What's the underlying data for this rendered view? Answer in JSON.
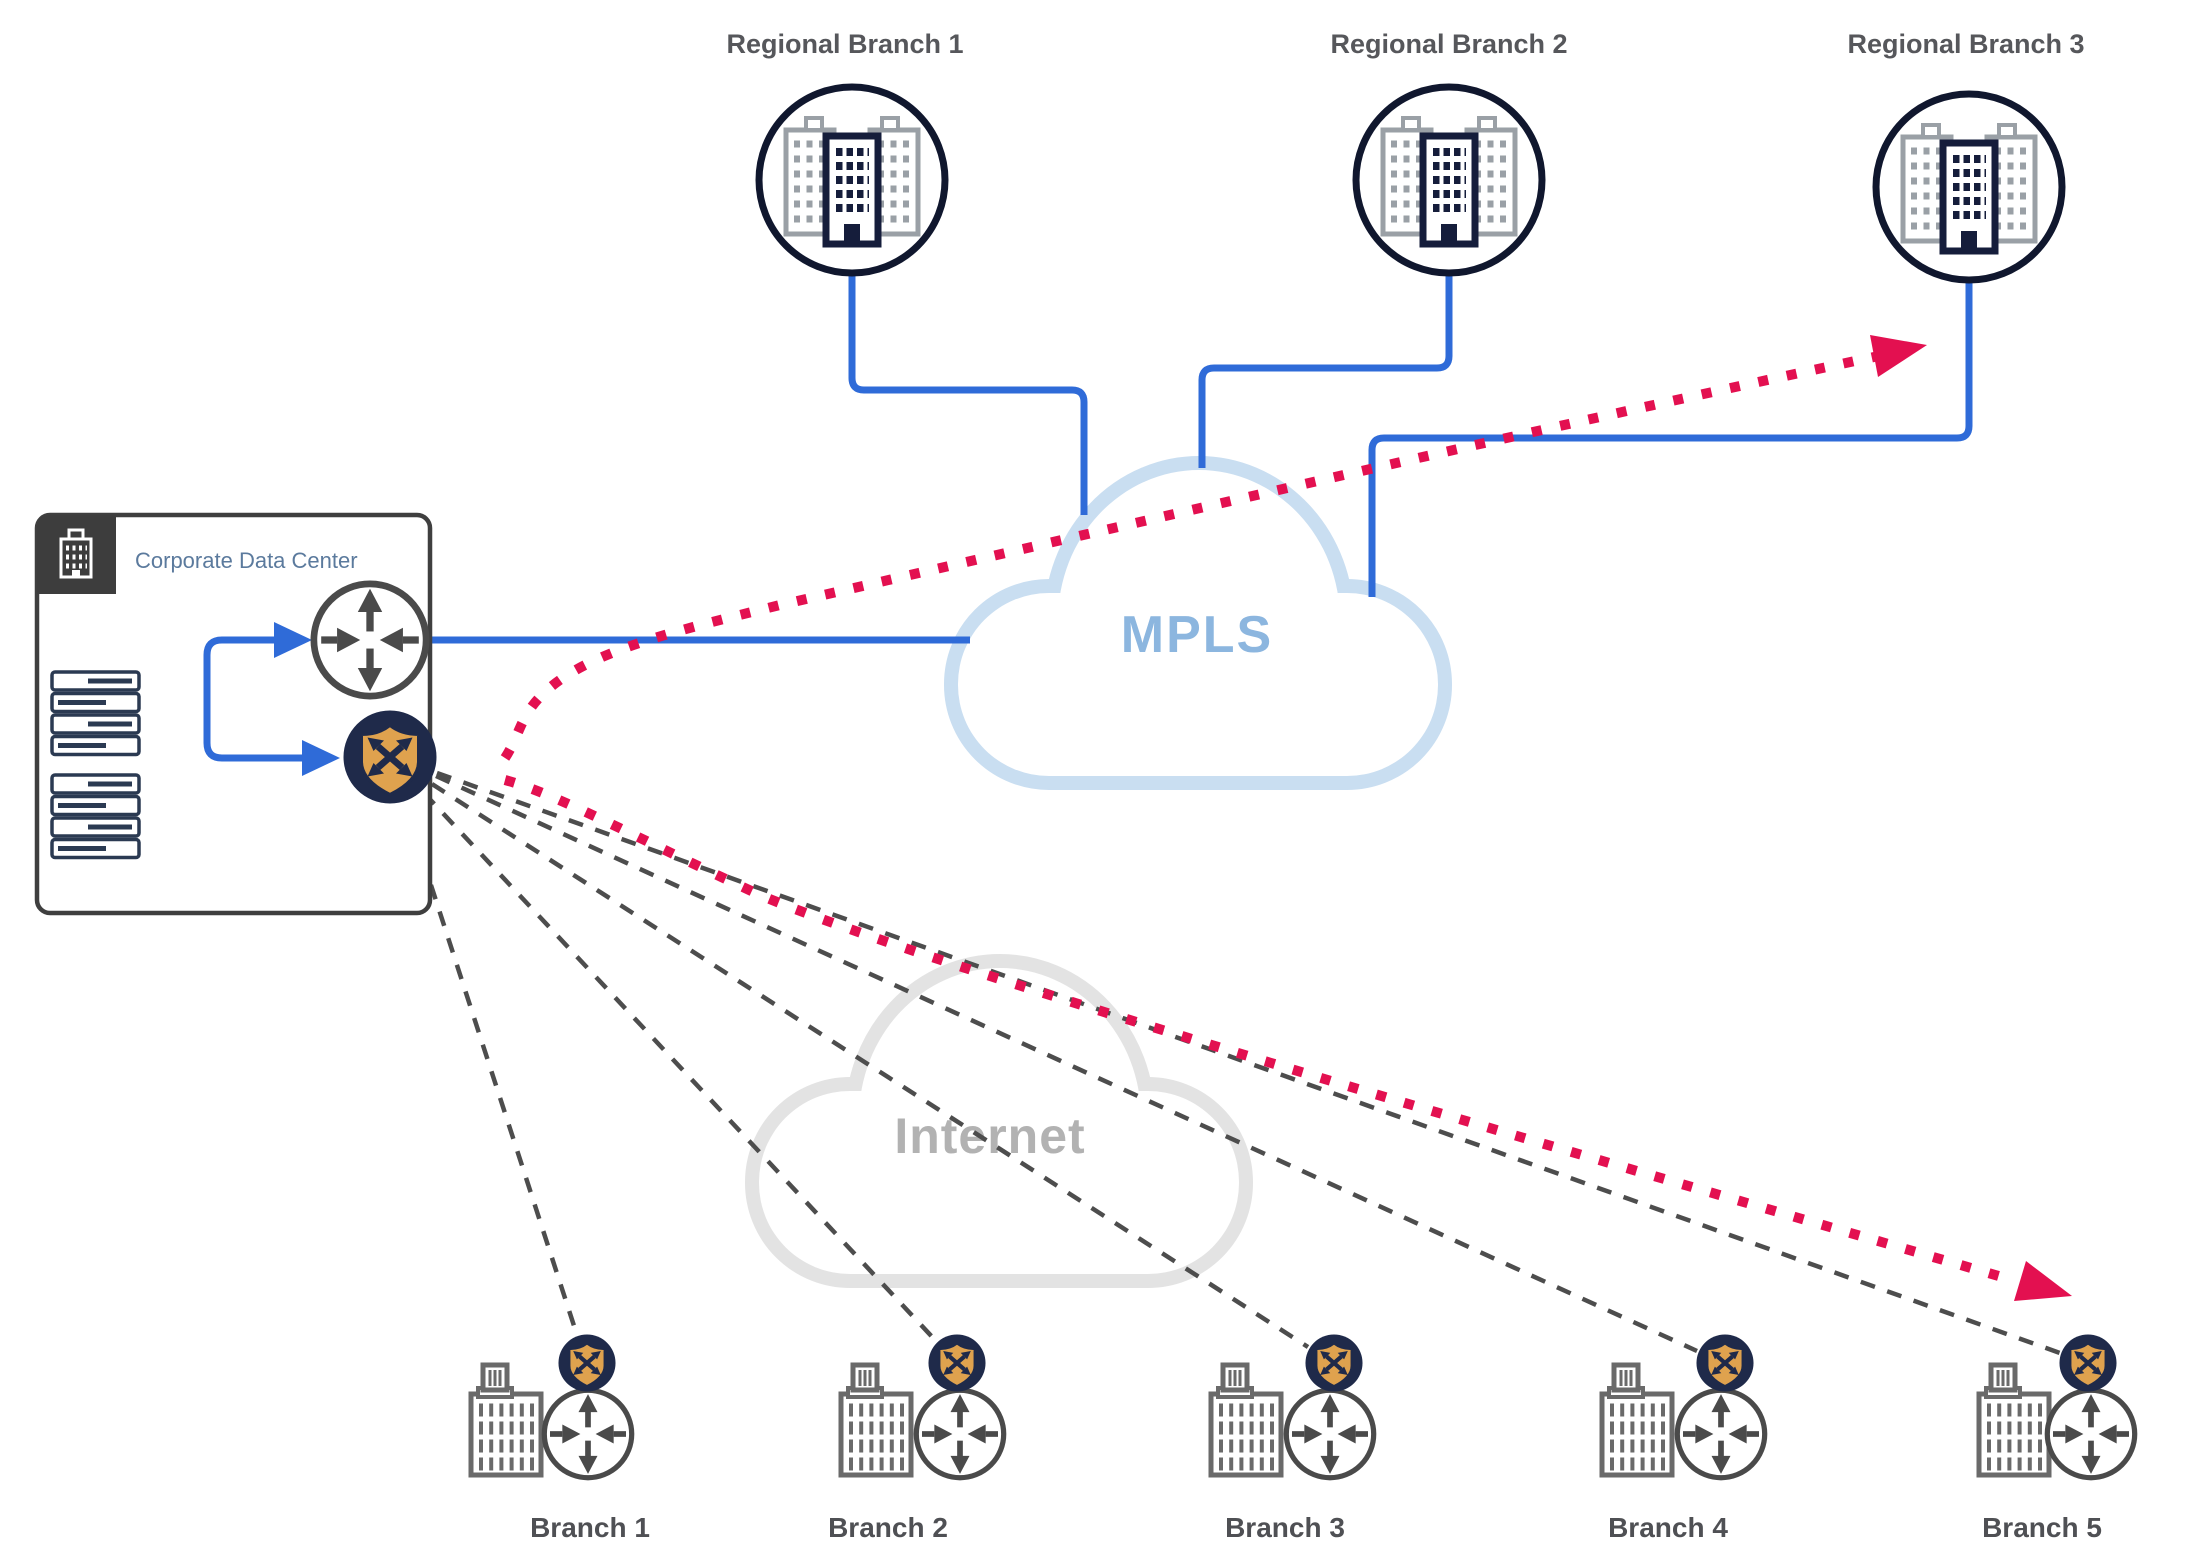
{
  "regional_branches": [
    {
      "label": "Regional Branch 1"
    },
    {
      "label": "Regional Branch 2"
    },
    {
      "label": "Regional Branch 3"
    }
  ],
  "data_center": {
    "label": "Corporate Data Center"
  },
  "clouds": {
    "mpls": {
      "label": "MPLS"
    },
    "internet": {
      "label": "Internet"
    }
  },
  "branches": [
    {
      "label": "Branch 1"
    },
    {
      "label": "Branch 2"
    },
    {
      "label": "Branch 3"
    },
    {
      "label": "Branch 4"
    },
    {
      "label": "Branch 5"
    }
  ],
  "icons": {
    "router": "router-icon (circle with four arrows)",
    "sdwan": "sdwan-shield-icon (navy circle, orange shield, crossed arrows)",
    "regional_building": "office-building-icon in dark circle",
    "branch_building": "office-building-icon gray outline",
    "dc_building": "building-icon white on dark badge",
    "server": "server-rack-icon"
  },
  "colors": {
    "mpls_link_blue": "#2f6bd8",
    "underlay_dash_gray": "#4d4d4d",
    "overlay_dotted_red": "#e31050",
    "mpls_cloud_stroke": "#c9def1",
    "mpls_text": "#8cb6df",
    "internet_cloud_stroke": "#e3e3e3",
    "internet_text": "#b2b2b2",
    "icon_navy": "#1f2a4a",
    "shield_orange": "#dfa24e",
    "dc_label_blue": "#5b7a9d",
    "node_label_gray": "#56575b",
    "dc_badge_dark": "#3d3d3d"
  }
}
